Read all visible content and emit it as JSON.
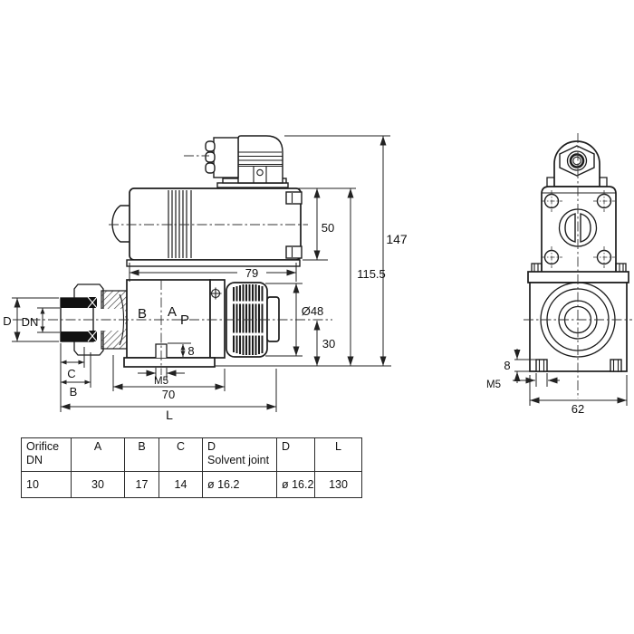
{
  "front_view": {
    "ports": {
      "b": "B",
      "a": "A",
      "p": "P"
    },
    "dims": {
      "coil_height": "50",
      "overall_height": "147",
      "subtotal_height": "115.5",
      "coil_length": "79",
      "knob_diameter": "Ø48",
      "axis_height": "30",
      "slot_depth": "8",
      "mounting_thread": "M5",
      "body_length": "70",
      "overall_length": "L",
      "pipe_od": "D",
      "orifice_dn": "DN",
      "socket_depth": "C",
      "union_length": "B"
    }
  },
  "side_view": {
    "dims": {
      "foot_height": "8",
      "mounting_thread": "M5",
      "base_width": "62"
    }
  },
  "spec_table": {
    "headers": [
      {
        "line1": "Orifice",
        "line2": "DN"
      },
      {
        "line1": "A",
        "line2": ""
      },
      {
        "line1": "B",
        "line2": ""
      },
      {
        "line1": "C",
        "line2": ""
      },
      {
        "line1": "D",
        "line2": "Solvent joint"
      },
      {
        "line1": "D",
        "line2": ""
      },
      {
        "line1": "L",
        "line2": ""
      }
    ],
    "values": [
      "10",
      "30",
      "17",
      "14",
      "ø 16.2",
      "ø 16.2",
      "130"
    ]
  }
}
